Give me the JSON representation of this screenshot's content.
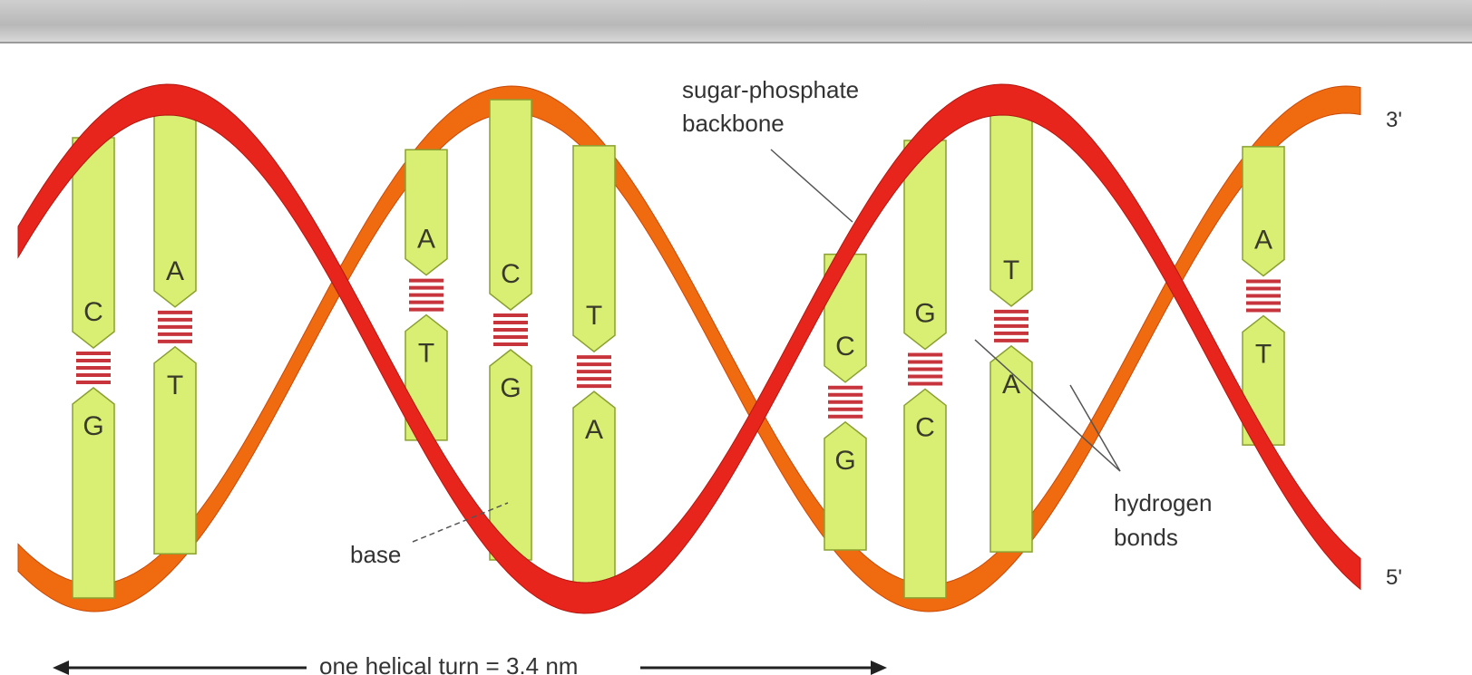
{
  "labels": {
    "backbone_line1": "sugar-phosphate",
    "backbone_line2": "backbone",
    "base": "base",
    "hbond_line1": "hydrogen",
    "hbond_line2": "bonds",
    "end_top": "3'",
    "end_bottom": "5'",
    "helical_turn": "one helical turn = 3.4 nm"
  },
  "base_pairs": [
    {
      "top": "C",
      "bottom": "G"
    },
    {
      "top": "A",
      "bottom": "T"
    },
    {
      "top": "A",
      "bottom": "T"
    },
    {
      "top": "C",
      "bottom": "G"
    },
    {
      "top": "T",
      "bottom": "A"
    },
    {
      "top": "C",
      "bottom": "G"
    },
    {
      "top": "G",
      "bottom": "C"
    },
    {
      "top": "T",
      "bottom": "A"
    },
    {
      "top": "A",
      "bottom": "T"
    }
  ],
  "colors": {
    "strand_front": "#e8251c",
    "strand_back": "#f06a10",
    "base": "#d9ef74",
    "base_outline": "#8aa030",
    "hydrogen_bond": "#c8343c"
  }
}
